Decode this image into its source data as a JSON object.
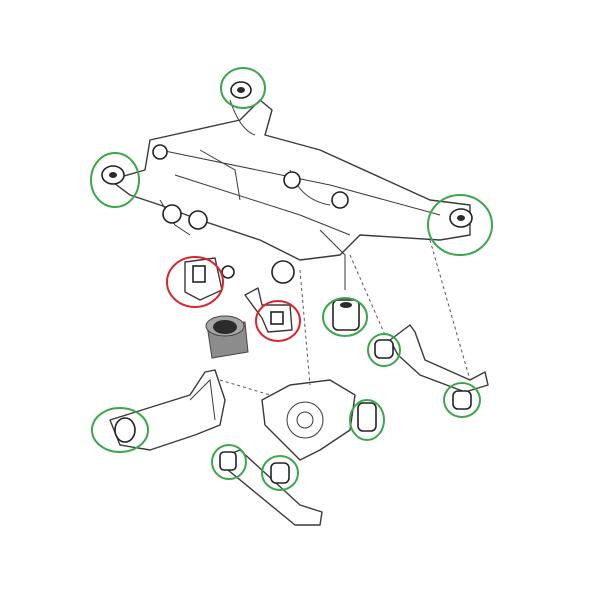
{
  "colors": {
    "ok_marker": "#3aa84a",
    "problem_marker": "#d8262b",
    "line_art": "#3a3a3a",
    "bushing_body": "#8c8c8c",
    "bushing_insert": "#2b2b2b"
  },
  "markers": [
    {
      "id": "rear-upper-mount",
      "status": "ok"
    },
    {
      "id": "left-subframe-mount",
      "status": "ok"
    },
    {
      "id": "right-subframe-mount",
      "status": "ok"
    },
    {
      "id": "center-mount",
      "status": "ok"
    },
    {
      "id": "upper-arm-inner",
      "status": "ok"
    },
    {
      "id": "upper-arm-outer",
      "status": "ok"
    },
    {
      "id": "knuckle-bushing",
      "status": "ok"
    },
    {
      "id": "trailing-arm-bushing",
      "status": "ok"
    },
    {
      "id": "lower-link-inner",
      "status": "ok"
    },
    {
      "id": "lower-link-outer",
      "status": "ok"
    },
    {
      "id": "differential-mount-left",
      "status": "problem"
    },
    {
      "id": "differential-mount-bracket",
      "status": "problem"
    }
  ]
}
